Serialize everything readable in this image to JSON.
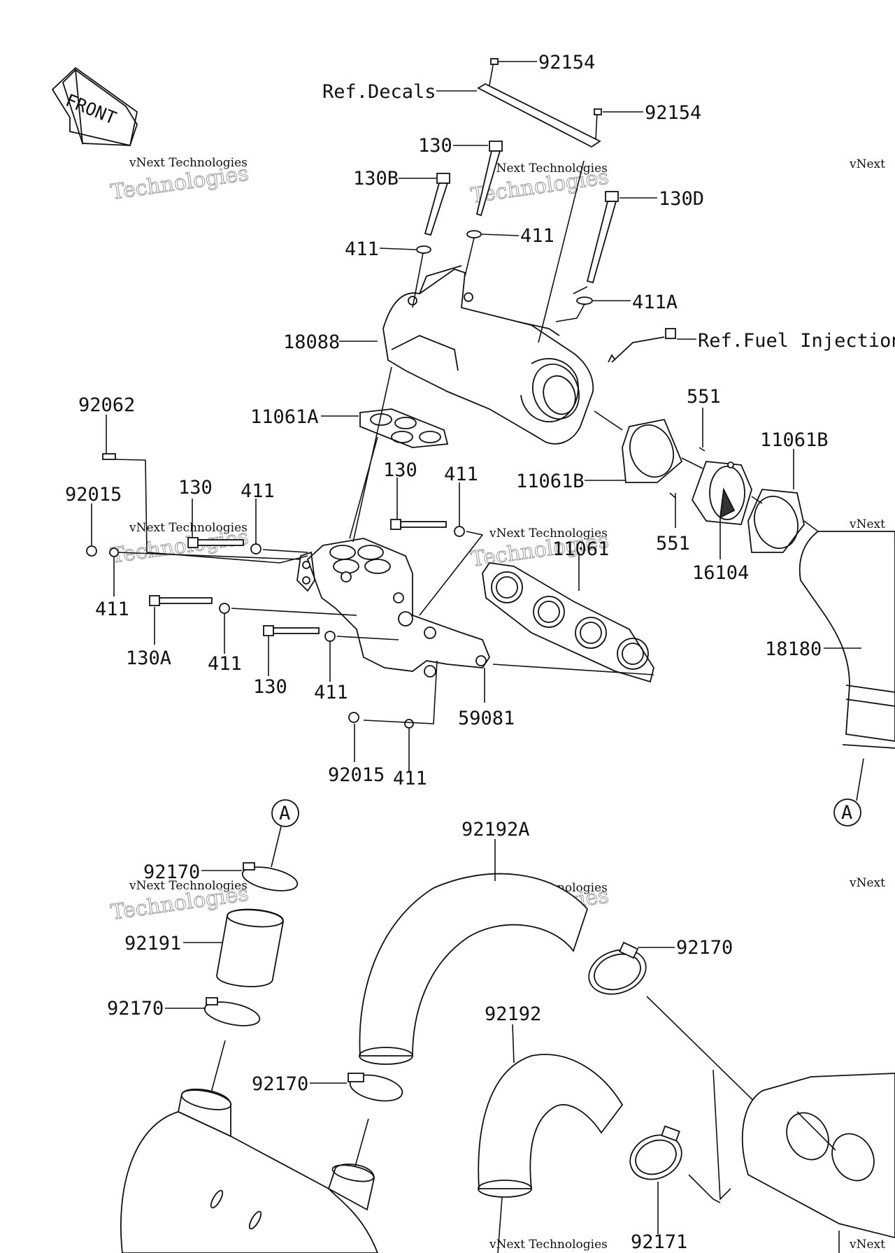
{
  "front_badge": {
    "label": "FRONT"
  },
  "watermark": {
    "line1": "vNext Technologies",
    "line2": "Technologies",
    "line3": "vNext"
  },
  "labels": {
    "p92154_top": "92154",
    "ref_decals": "Ref.Decals",
    "p92154_b": "92154",
    "p130_top": "130",
    "p130B": "130B",
    "p130D": "130D",
    "p411_l": "411",
    "p411_r": "411",
    "p411A": "411A",
    "p18088": "18088",
    "ref_fuel": "Ref.Fuel Injection",
    "p551_top": "551",
    "p11061B_r": "11061B",
    "p92062": "92062",
    "p11061A": "11061A",
    "p130_c": "130",
    "p411_c": "411",
    "p11061B_l": "11061B",
    "p92015_l": "92015",
    "p130_l": "130",
    "p411_a": "411",
    "p11061": "11061",
    "p551_b": "551",
    "p16104": "16104",
    "p411_b": "411",
    "p130A": "130A",
    "p411_d": "411",
    "p130_m": "130",
    "p411_e": "411",
    "p18180": "18180",
    "p59081": "59081",
    "p92015_b": "92015",
    "p411_f": "411",
    "callout_a1": "A",
    "callout_a2": "A",
    "p92192A": "92192A",
    "p92170_1": "92170",
    "p92191": "92191",
    "p92170_2": "92170",
    "p92170_3": "92170",
    "p92192": "92192",
    "p92170_4": "92170",
    "p92171": "92171"
  }
}
